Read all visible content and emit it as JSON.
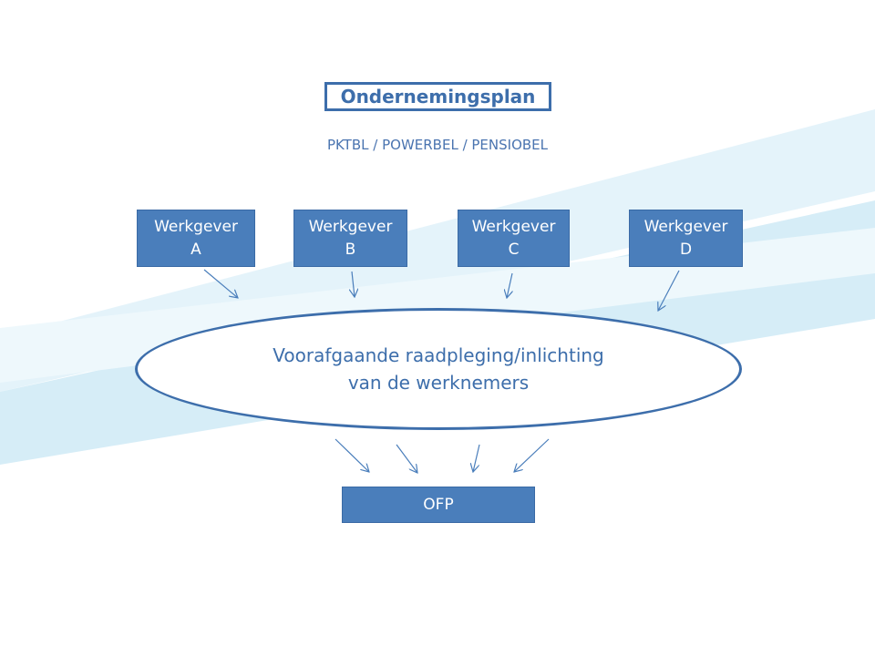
{
  "title": "Ondernemingsplan",
  "subtitle": "PKTBL / POWERBEL / PENSIOBEL",
  "employers": [
    {
      "line1": "Werkgever",
      "line2": "A"
    },
    {
      "line1": "Werkgever",
      "line2": "B"
    },
    {
      "line1": "Werkgever",
      "line2": "C"
    },
    {
      "line1": "Werkgever",
      "line2": "D"
    }
  ],
  "consultation": {
    "line1": "Voorafgaande raadpleging/inlichting",
    "line2": "van de werknemers"
  },
  "result": "OFP",
  "colors": {
    "box": "#4a7ebb",
    "outline": "#3d6eab",
    "swoosh": "#dceff8"
  }
}
